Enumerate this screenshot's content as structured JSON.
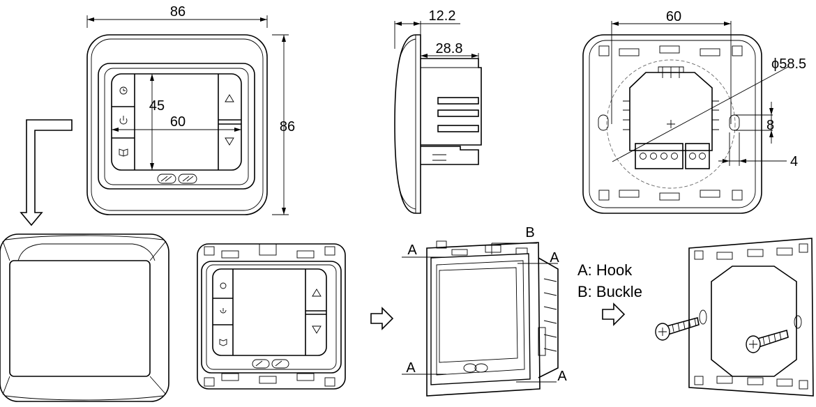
{
  "front_view": {
    "width": "86",
    "height": "86",
    "screen_height": "45",
    "screen_width": "60"
  },
  "side_view": {
    "front_depth": "12.2",
    "body_depth": "28.8"
  },
  "back_view": {
    "hole_spacing": "60",
    "diameter": "ϕ58.5",
    "slot_height": "8",
    "slot_width": "4"
  },
  "assembly": {
    "hook_marker": "A",
    "buckle_marker": "B"
  },
  "legend": {
    "hook": "A: Hook",
    "buckle": "B: Buckle"
  },
  "icons": [
    "clock-icon",
    "power-icon",
    "book-icon",
    "up-arrow-icon",
    "down-arrow-icon",
    "logo-icon"
  ]
}
